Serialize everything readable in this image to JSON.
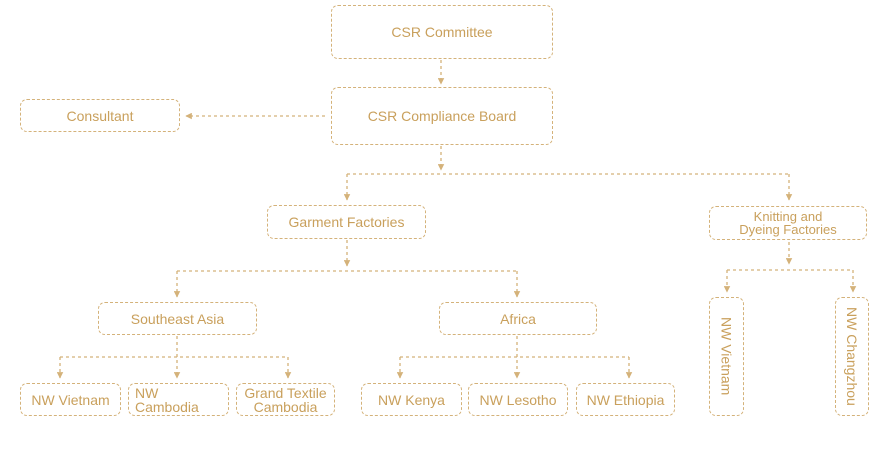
{
  "accent_color": "#c9a05c",
  "line_color": "#d4b27a",
  "nodes": {
    "csr_committee": "CSR Committee",
    "csr_compliance_board": "CSR Compliance Board",
    "consultant": "Consultant",
    "garment_factories": "Garment Factories",
    "knitting_dyeing": "Knitting and\nDyeing Factories",
    "southeast_asia": "Southeast Asia",
    "africa": "Africa",
    "nw_vietnam": "NW Vietnam",
    "nw_cambodia": "NW\nCambodia",
    "grand_textile_cambodia": "Grand Textile\nCambodia",
    "nw_kenya": "NW Kenya",
    "nw_lesotho": "NW Lesotho",
    "nw_ethiopia": "NW Ethiopia",
    "nw_vietnam_kd": "NW Vietnam",
    "nw_changzhou": "NW Changzhou"
  }
}
